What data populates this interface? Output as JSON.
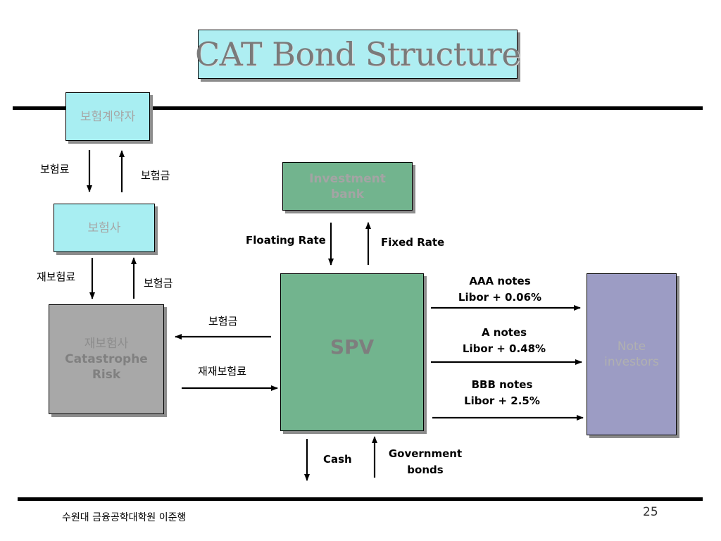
{
  "title": "CAT Bond Structure",
  "boxes": {
    "policyholder": "보험계약자",
    "insurer": "보험사",
    "reinsurer_line1": "재보험사",
    "reinsurer_line2": "Catastrophe",
    "reinsurer_line3": "Risk",
    "investment_bank_line1": "Investment",
    "investment_bank_line2": "bank",
    "spv": "SPV",
    "investors_line1": "Note",
    "investors_line2": "investors"
  },
  "flows": {
    "premium": "보험료",
    "claim_payment_1": "보험금",
    "reinsurance_premium": "재보험료",
    "claim_payment_2": "보험금",
    "claim_payment_3": "보험금",
    "retro_premium": "재재보험료",
    "floating_rate": "Floating Rate",
    "fixed_rate": "Fixed Rate",
    "cash": "Cash",
    "government_bonds_line1": "Government",
    "government_bonds_line2": "bonds"
  },
  "notes": [
    {
      "name": "AAA notes",
      "rate": "Libor + 0.06%"
    },
    {
      "name": "A notes",
      "rate": "Libor + 0.48%"
    },
    {
      "name": "BBB notes",
      "rate": "Libor + 2.5%"
    }
  ],
  "footer": {
    "author": "수원대 금융공학대학원 이준행",
    "page_number": "25"
  }
}
